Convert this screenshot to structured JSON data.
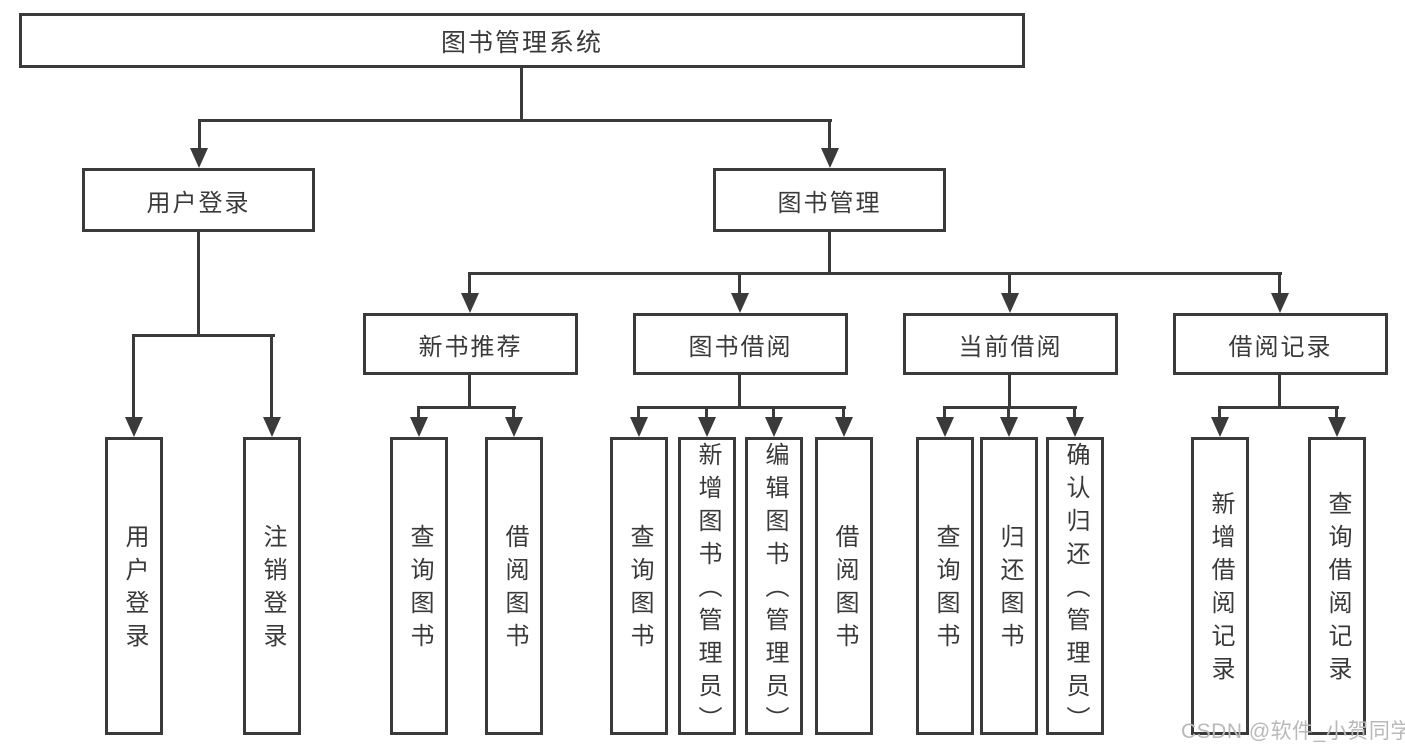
{
  "diagram": {
    "watermark": "CSDN @软件_小贺同学",
    "colors": {
      "line": "#3a3a3a",
      "text": "#3a3a3a",
      "box_bg": "#ffffff",
      "page_bg": "#ffffff",
      "watermark": "#b9b9b9"
    },
    "nodes": {
      "root": {
        "label": "图书管理系统"
      },
      "user_login": {
        "label": "用户登录",
        "children": [
          {
            "label": "用户登录"
          },
          {
            "label": "注销登录"
          }
        ]
      },
      "book_mgmt": {
        "label": "图书管理",
        "children": [
          {
            "label": "新书推荐",
            "children": [
              {
                "label": "查询图书"
              },
              {
                "label": "借阅图书"
              }
            ]
          },
          {
            "label": "图书借阅",
            "children": [
              {
                "label": "查询图书"
              },
              {
                "label": "新增图书（管理员）"
              },
              {
                "label": "编辑图书（管理员）"
              },
              {
                "label": "借阅图书"
              }
            ]
          },
          {
            "label": "当前借阅",
            "children": [
              {
                "label": "查询图书"
              },
              {
                "label": "归还图书"
              },
              {
                "label": "确认归还（管理员）"
              }
            ]
          },
          {
            "label": "借阅记录",
            "children": [
              {
                "label": "新增借阅记录"
              },
              {
                "label": "查询借阅记录"
              }
            ]
          }
        ]
      }
    }
  }
}
